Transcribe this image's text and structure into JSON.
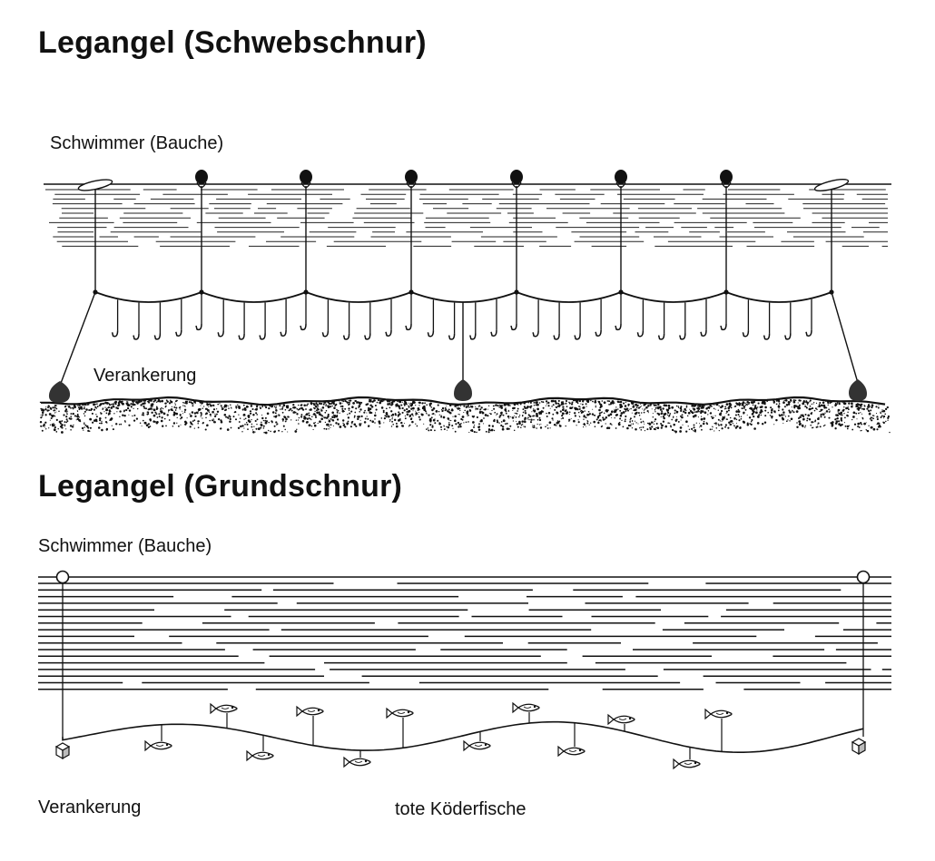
{
  "diagram_top": {
    "title": "Legangel (Schwebschnur)",
    "float_label": "Schwimmer (Bauche)",
    "anchor_label": "Verankerung"
  },
  "diagram_bottom": {
    "title": "Legangel (Grundschnur)",
    "float_label": "Schwimmer (Bauche)",
    "anchor_label": "Verankerung",
    "bait_label": "tote Köderfische"
  },
  "icons": [
    "float-icon",
    "anchor-weight-icon",
    "hook-icon",
    "bait-fish-icon",
    "anchor-block-icon"
  ]
}
